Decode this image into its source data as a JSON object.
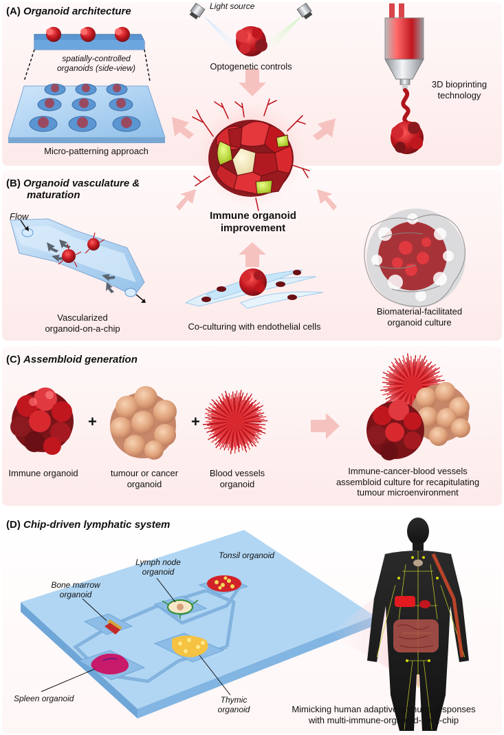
{
  "panel_a": {
    "letter": "(A)",
    "title": "Organoid architecture",
    "light_source": "Light source",
    "spatial": "spatially-controlled organoids (side-view)",
    "optogenetic": "Optogenetic controls",
    "bioprinting": "3D bioprinting technology",
    "micro_patterning": "Micro-patterning approach",
    "center": "Immune organoid improvement"
  },
  "panel_b": {
    "letter": "(B)",
    "title_line1": "Organoid vasculature &",
    "title_line2": "maturation",
    "flow": "Flow",
    "chip_line1": "Vascularized",
    "chip_line2": "organoid-on-a-chip",
    "coculture": "Co-culturing with endothelial cells",
    "biomaterial_line1": "Biomaterial-facilitated",
    "biomaterial_line2": "organoid culture"
  },
  "panel_c": {
    "letter": "(C)",
    "title": "Assembloid generation",
    "immune": "Immune organoid",
    "tumour_line1": "tumour or cancer",
    "tumour_line2": "organoid",
    "blood_line1": "Blood vessels",
    "blood_line2": "organoid",
    "result_line1": "Immune-cancer-blood vessels",
    "result_line2": "assembloid culture for recapitulating",
    "result_line3": "tumour microenvironment",
    "plus": "+"
  },
  "panel_d": {
    "letter": "(D)",
    "title": "Chip-driven lymphatic system",
    "lymph_line1": "Lymph node",
    "lymph_line2": "organoid",
    "tonsil": "Tonsil organoid",
    "bone_line1": "Bone marrow",
    "bone_line2": "organoid",
    "spleen": "Spleen organoid",
    "thymic_line1": "Thymic",
    "thymic_line2": "organoid",
    "mimic_line1": "Mimicking human adaptive immune responses",
    "mimic_line2": "with multi-immune-organoid-on-a-chip"
  },
  "colors": {
    "organoid_red": "#c0171f",
    "organoid_dark": "#7a1419",
    "tumour": "#e0a47c",
    "chip_blue": "#9cc8ee",
    "arrow_pink": "#f6c2bf",
    "vessel_yellow": "#f0d020"
  }
}
